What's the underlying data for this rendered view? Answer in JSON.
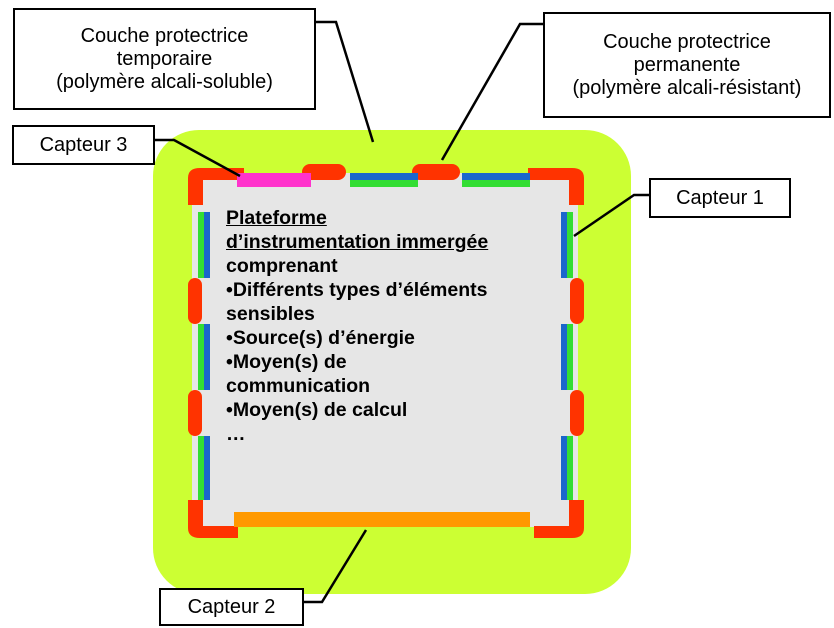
{
  "callouts": {
    "temp_layer": [
      "Couche protectrice",
      "temporaire",
      "(polymère alcali-soluble)"
    ],
    "perm_layer": [
      "Couche protectrice",
      "permanente",
      "(polymère alcali-résistant)"
    ],
    "sensor3": "Capteur 3",
    "sensor1": "Capteur 1",
    "sensor2": "Capteur 2"
  },
  "platform": {
    "title_lines": [
      "Plateforme",
      "d’instrumentation immergée"
    ],
    "body_lines": [
      "comprenant",
      "•Différents types d’éléments",
      "sensibles",
      "•Source(s) d’énergie",
      "•Moyen(s) de",
      "communication",
      "•Moyen(s) de calcul",
      "…"
    ]
  },
  "colors": {
    "outer_layer": "#ccff33",
    "platform": "#e6e6e6",
    "permanent_coating": "#ff3300",
    "sensor_green": "#33dd33",
    "sensor_blue": "#1a66cc",
    "sensor3_magenta": "#ff33cc",
    "sensor2_orange": "#ff9900"
  }
}
